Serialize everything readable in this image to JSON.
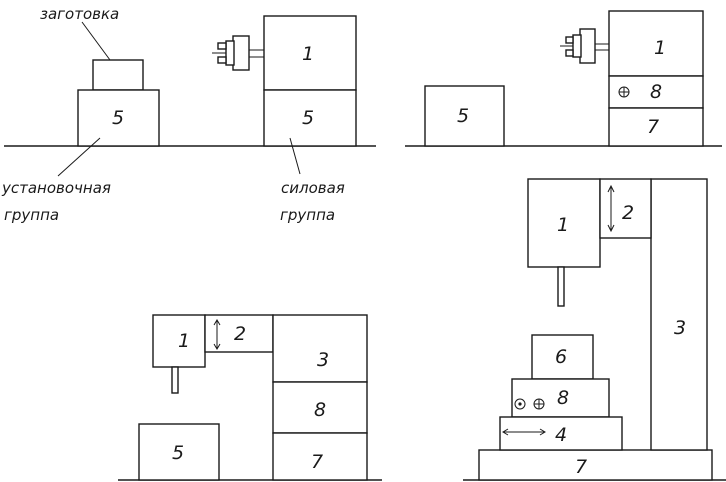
{
  "labels": {
    "blank": "заготовка",
    "setup_group_1": "установочная",
    "setup_group_2": "группа",
    "power_group_1": "силовая",
    "power_group_2": "группа"
  },
  "diagram_a": {
    "setup_unit": "5",
    "power_head": "1",
    "power_base": "5"
  },
  "diagram_b": {
    "setup_unit": "5",
    "power_head": "1",
    "slide_unit": "8",
    "base_unit": "7"
  },
  "diagram_c": {
    "head": "1",
    "feed_unit": "2",
    "column_top": "3",
    "column_mid": "8",
    "column_base": "7",
    "setup_unit": "5"
  },
  "diagram_d": {
    "head": "1",
    "feed_unit": "2",
    "column": "3",
    "table_top": "6",
    "table_mid": "8",
    "table_low": "4",
    "bed": "7"
  }
}
